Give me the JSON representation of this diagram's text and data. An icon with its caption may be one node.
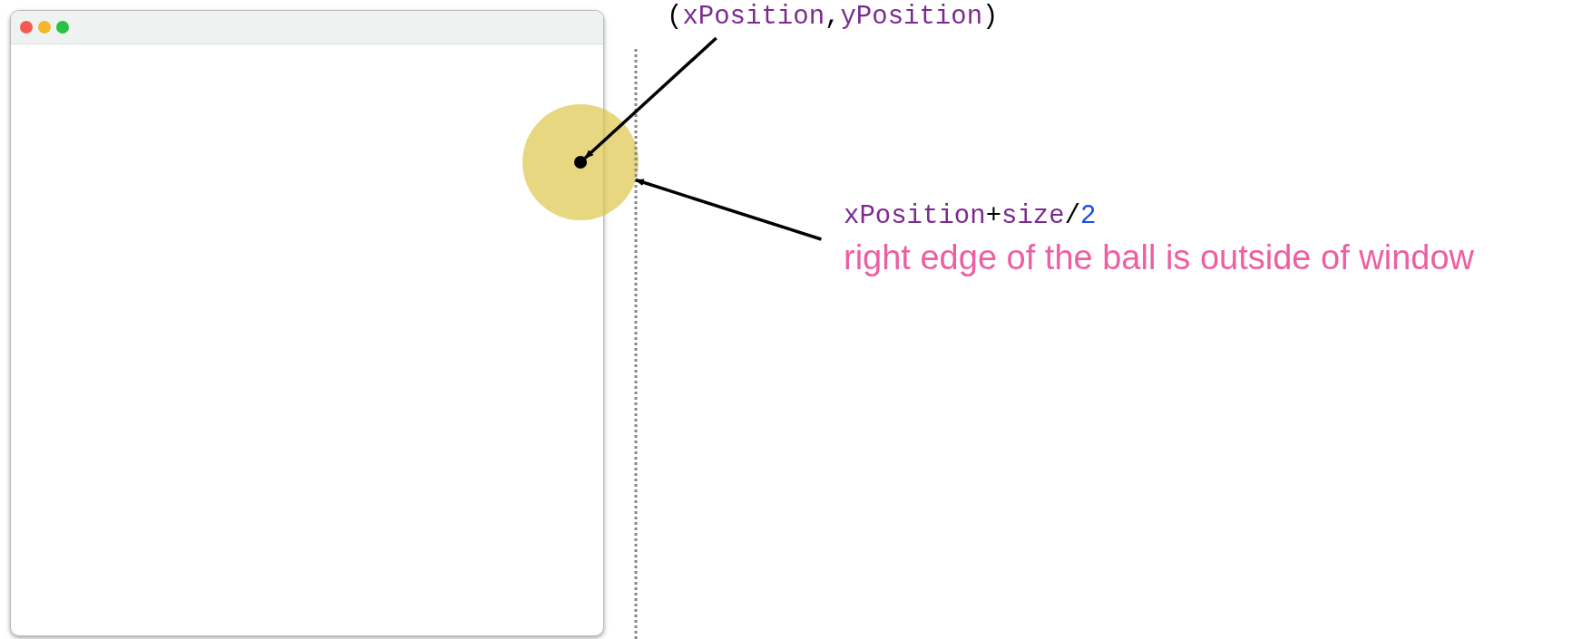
{
  "diagram": {
    "nodes": [
      {
        "text": [],
        "shape": "circle"
      },
      {
        "text": [],
        "shape": "circle",
        "in": 0
      },
      {
        "text": [
          "(xPosition,yPosition)"
        ]
      },
      {
        "text": [
          "xPosition+size/2",
          "right edge of the ball is outside of window"
        ]
      }
    ],
    "edges": [
      {
        "from": 2,
        "to": 1,
        "arrow": "to"
      },
      {
        "from": 3,
        "to": 0,
        "arrow": "to"
      }
    ]
  }
}
